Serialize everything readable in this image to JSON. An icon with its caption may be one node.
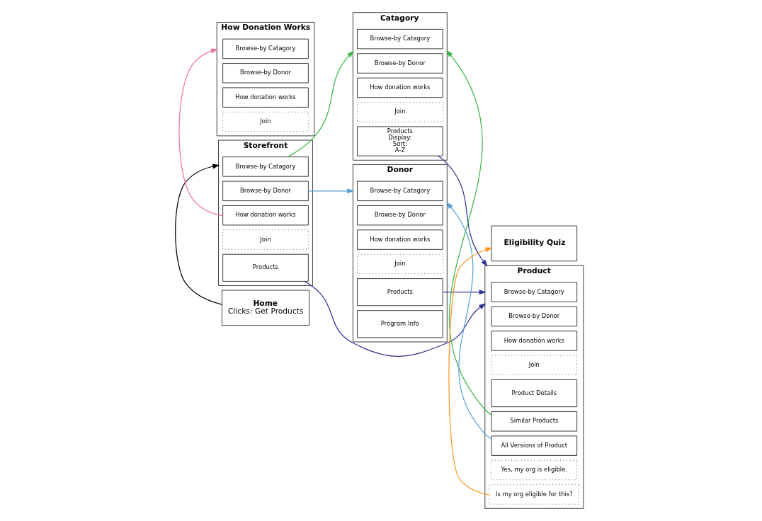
{
  "diagram": {
    "nodes": [
      {
        "text": [
          "Home",
          "Clicks: Get Products"
        ]
      },
      {
        "text": [
          "Storefront"
        ]
      },
      {
        "text": [
          "Browse-by Catagory"
        ],
        "in": 1
      },
      {
        "text": [
          "Browse-by Donor"
        ],
        "in": 1
      },
      {
        "text": [
          "How donation works"
        ],
        "in": 1
      },
      {
        "text": [
          "Join"
        ],
        "in": 1
      },
      {
        "text": [
          "Products"
        ],
        "in": 1
      },
      {
        "text": [
          "How Donation Works"
        ]
      },
      {
        "text": [
          "Browse-by Catagory"
        ],
        "in": 7
      },
      {
        "text": [
          "Browse-by Donor"
        ],
        "in": 7
      },
      {
        "text": [
          "How donation works"
        ],
        "in": 7
      },
      {
        "text": [
          "Join"
        ],
        "in": 7
      },
      {
        "text": [
          "Catagory"
        ]
      },
      {
        "text": [
          "Browse-by Catagory"
        ],
        "in": 12
      },
      {
        "text": [
          "Browse-by Donor"
        ],
        "in": 12
      },
      {
        "text": [
          "How donation works"
        ],
        "in": 12
      },
      {
        "text": [
          "Join"
        ],
        "in": 12
      },
      {
        "text": [
          "Products",
          "Display:",
          "Sort:",
          "A-Z"
        ],
        "in": 12
      },
      {
        "text": [
          "Donor"
        ]
      },
      {
        "text": [
          "Browse-by Catagory"
        ],
        "in": 18
      },
      {
        "text": [
          "Browse-by Donor"
        ],
        "in": 18
      },
      {
        "text": [
          "How donation works"
        ],
        "in": 18
      },
      {
        "text": [
          "Join"
        ],
        "in": 18
      },
      {
        "text": [
          "Products"
        ],
        "in": 18
      },
      {
        "text": [
          "Program Info"
        ],
        "in": 18
      },
      {
        "text": [
          "Product"
        ]
      },
      {
        "text": [
          "Browse-by Catagory"
        ],
        "in": 25
      },
      {
        "text": [
          "Browse-by Donor"
        ],
        "in": 25
      },
      {
        "text": [
          "How donation works"
        ],
        "in": 25
      },
      {
        "text": [
          "Join"
        ],
        "in": 25
      },
      {
        "text": [
          "Product Details"
        ],
        "in": 25
      },
      {
        "text": [
          "Similar Products"
        ],
        "in": 25
      },
      {
        "text": [
          "All Versions of Product"
        ],
        "in": 25
      },
      {
        "text": [
          "Yes, my org is eligible."
        ],
        "in": 25
      },
      {
        "text": [
          "Is my org eligible for this?"
        ],
        "in": 25
      },
      {
        "text": [
          "Eligibility Quiz"
        ]
      }
    ],
    "edges": [
      {
        "from": 0,
        "to": 1,
        "arrow": "to",
        "color": "#000000"
      },
      {
        "from": 2,
        "to": 12,
        "arrow": "to",
        "color": "#3ab54a"
      },
      {
        "from": 3,
        "to": 18,
        "arrow": "to",
        "color": "#56a0d3"
      },
      {
        "from": 4,
        "to": 7,
        "arrow": "to",
        "color": "#f070a0"
      },
      {
        "from": 6,
        "to": 25,
        "arrow": "to",
        "color": "#2e3192"
      },
      {
        "from": 17,
        "to": 25,
        "arrow": "to",
        "color": "#2e3192"
      },
      {
        "from": 23,
        "to": 25,
        "arrow": "to",
        "color": "#2e3192"
      },
      {
        "from": 31,
        "to": 12,
        "arrow": "to",
        "color": "#3ab54a"
      },
      {
        "from": 32,
        "to": 18,
        "arrow": "to",
        "color": "#56a0d3"
      },
      {
        "from": 34,
        "to": 35,
        "arrow": "to",
        "color": "#f7941d"
      }
    ]
  }
}
